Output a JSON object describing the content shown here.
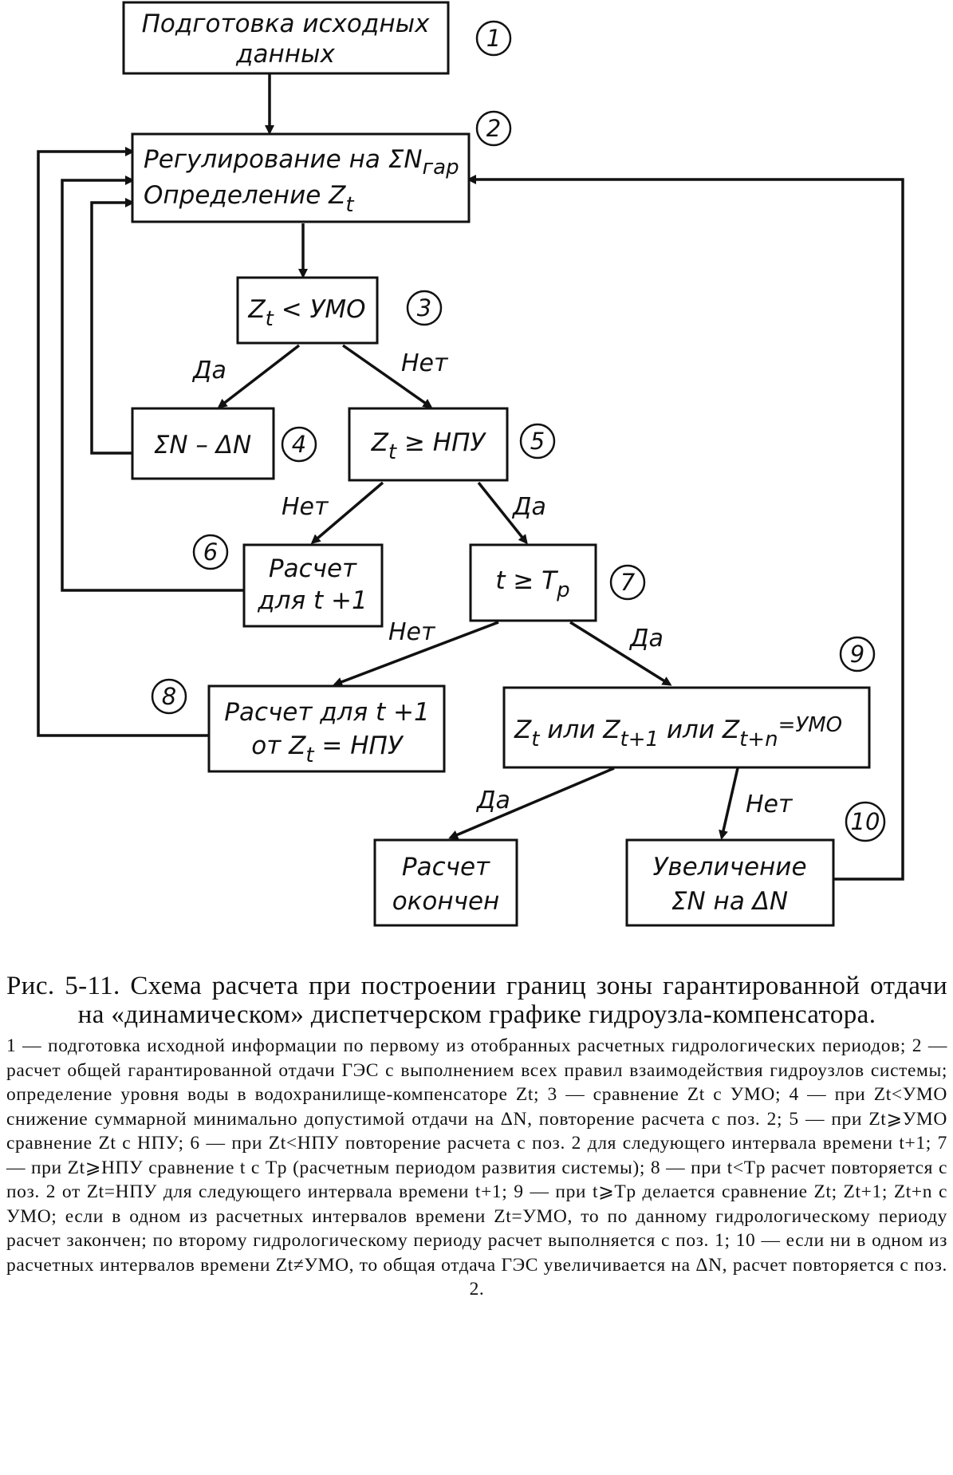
{
  "nodes": {
    "n1": {
      "lines": [
        "Подготовка исходных",
        "данных"
      ],
      "num": "1"
    },
    "n2": {
      "lines": [
        "Регулирование на ΣN",
        "Определение Z"
      ],
      "sub1": "гар",
      "sub2": "t",
      "num": "2"
    },
    "n3": {
      "text": "Z",
      "sub": "t",
      "rest": " < УМО",
      "num": "3"
    },
    "n4": {
      "text": "ΣN – ΔN",
      "num": "4"
    },
    "n5": {
      "text": "Z",
      "sub": "t",
      "rest": " ≥ НПУ",
      "num": "5"
    },
    "n6": {
      "lines": [
        "Расчет",
        "для t +1"
      ],
      "num": "6"
    },
    "n7": {
      "text": "t ≥ T",
      "sub": "p",
      "num": "7"
    },
    "n8": {
      "lines": [
        "Расчет для t +1",
        "от Z"
      ],
      "sub": "t",
      "rest": " = НПУ",
      "num": "8"
    },
    "n9": {
      "parts": [
        "Z",
        "t",
        " или Z",
        "t+1",
        " или Z",
        "t+n",
        "=УМО"
      ],
      "num": "9"
    },
    "end": {
      "lines": [
        "Расчет",
        "окончен"
      ]
    },
    "n10": {
      "lines": [
        "Увеличение",
        "ΣN на ΔN"
      ],
      "num": "10"
    }
  },
  "edges": {
    "yes": "Да",
    "no": "Нет"
  },
  "caption": {
    "title": "Рис. 5-11. Схема расчета при построении границ зоны гарантированной отдачи на «динамическом» диспетчерском графике гидроузла-компенсатора.",
    "legend": "1 — подготовка исходной информации по первому из отобранных расчетных гидрологических периодов; 2 — расчет общей гарантированной отдачи ГЭС с выполнением всех правил взаимодействия гидроузлов системы; определение уровня воды в водохранилище-компенсаторе Zt; 3 — сравнение Zt с УМО; 4 — при Zt<УМО снижение суммарной минимально допустимой отдачи на ΔN, повторение расчета с поз. 2; 5 — при Zt⩾УМО сравнение Zt с НПУ; 6 — при Zt<НПУ повторение расчета с поз. 2 для следующего интервала времени t+1; 7 — при Zt⩾НПУ сравнение t с Tр (расчетным периодом развития системы); 8 — при t<Tр расчет повторяется с поз. 2 от Zt=НПУ для следующего интервала времени t+1; 9 — при t⩾Tр делается сравнение Zt; Zt+1; Zt+n с УМО; если в одном из расчетных интервалов времени Zt=УМО, то по данному гидрологическому периоду расчет закончен; по второму гидрологическому периоду расчет выполняется с поз. 1; 10 — если ни в одном из расчетных интервалов времени Zt≠УМО, то общая отдача ГЭС увеличивается на ΔN, расчет повторяется с поз. 2."
  }
}
